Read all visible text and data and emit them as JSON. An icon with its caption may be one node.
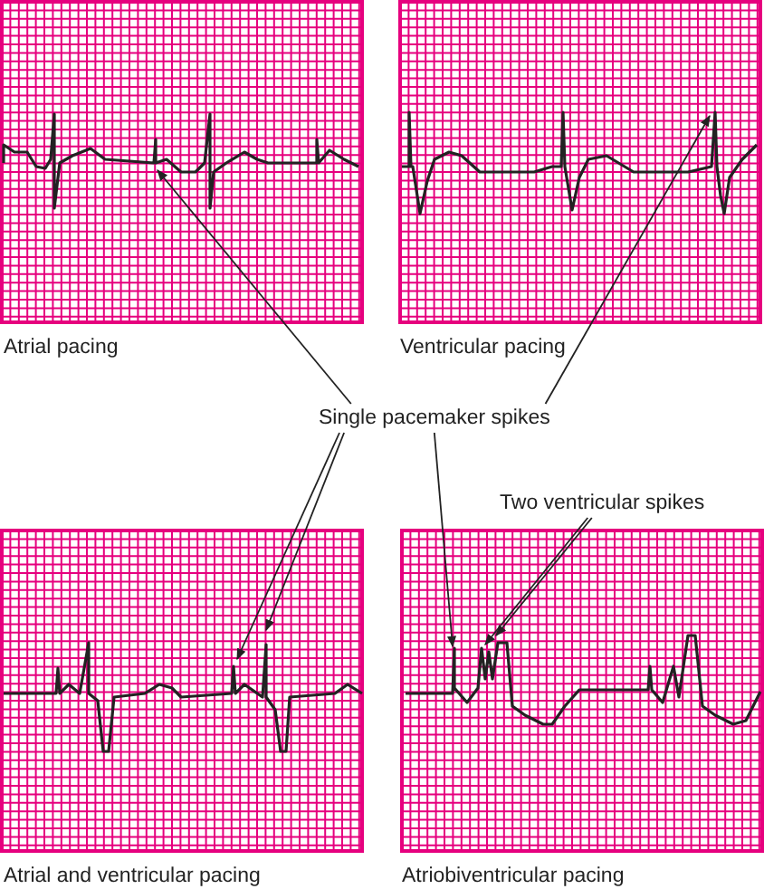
{
  "diagram": {
    "nodes": [
      {
        "text": [
          "Single pacemaker spikes"
        ]
      },
      {
        "text": [
          "Two ventricular spikes"
        ]
      }
    ],
    "edges": [
      {
        "from": 0,
        "to": null,
        "arrow": "to"
      },
      {
        "from": 0,
        "to": null,
        "arrow": "to"
      },
      {
        "from": 0,
        "to": null,
        "arrow": "to"
      },
      {
        "from": 0,
        "to": null,
        "arrow": "to"
      },
      {
        "from": 0,
        "to": null,
        "arrow": "to"
      },
      {
        "from": 1,
        "to": null,
        "arrow": "to"
      },
      {
        "from": 1,
        "to": null,
        "arrow": "to"
      }
    ],
    "labels": [
      "Atrial pacing",
      "Ventricular pacing",
      "Atrial and ventricular pacing",
      "Atriobiventricular pacing"
    ]
  }
}
